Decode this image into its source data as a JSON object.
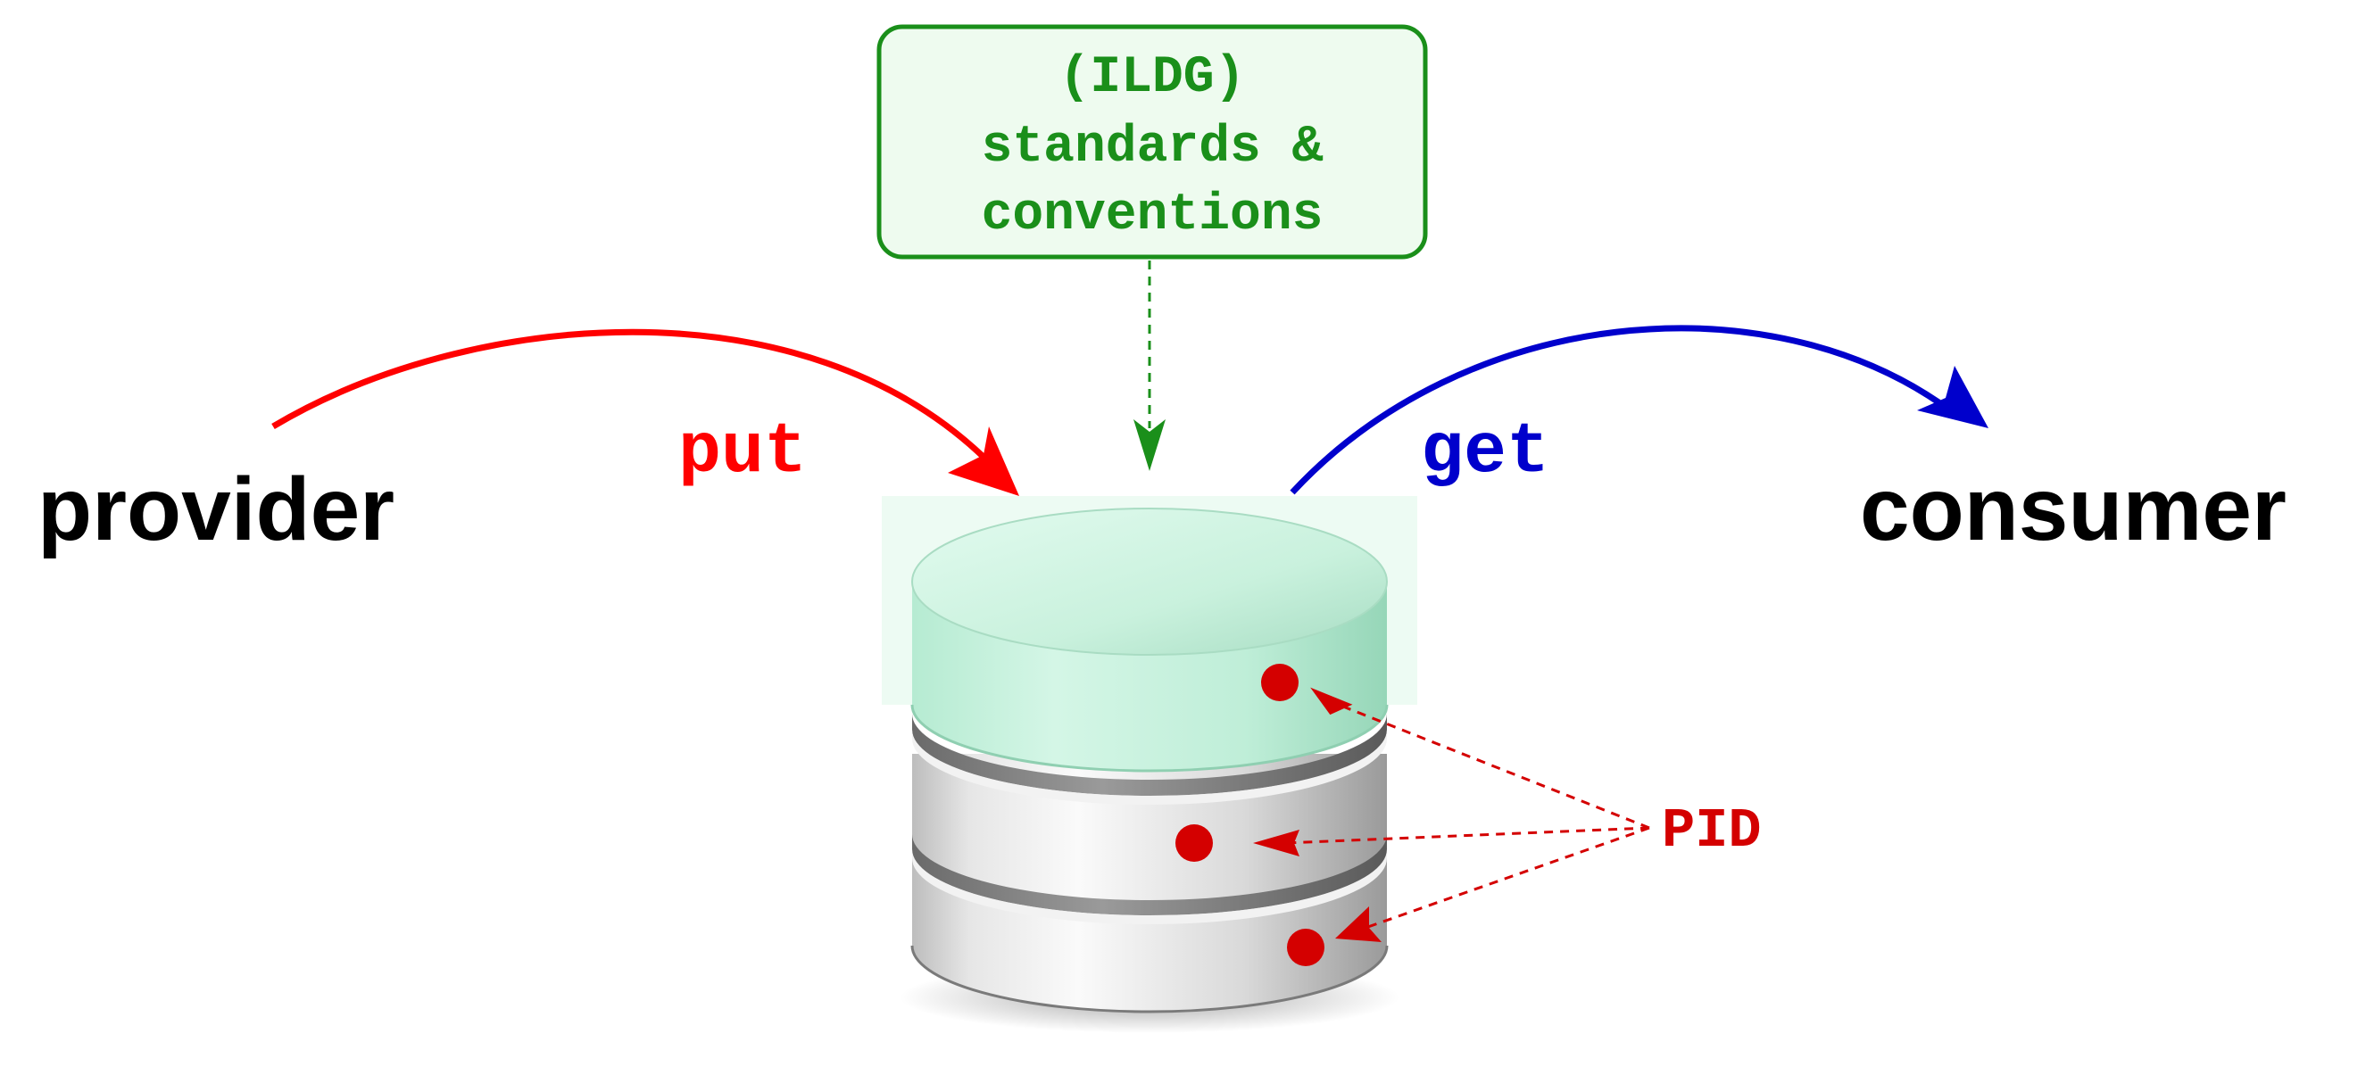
{
  "standards_box": {
    "line1": "(ILDG)",
    "line2": "standards &",
    "line3": "conventions"
  },
  "provider_label": "provider",
  "consumer_label": "consumer",
  "put_label": "put",
  "get_label": "get",
  "pid_label": "PID",
  "colors": {
    "put_arrow": "#ff0000",
    "get_arrow": "#0000cc",
    "standards": "#1a8f1a",
    "pid": "#d40000",
    "text": "#000000"
  }
}
